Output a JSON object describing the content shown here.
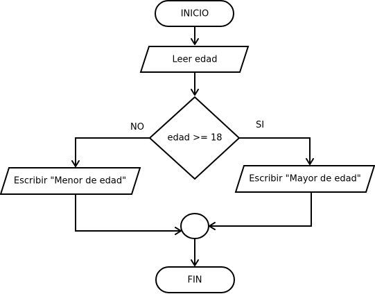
{
  "nodes": {
    "start": {
      "label": "INICIO"
    },
    "input": {
      "label": "Leer edad"
    },
    "decision": {
      "label": "edad >= 18"
    },
    "output_minor": {
      "label": "Escribir \"Menor de edad\""
    },
    "output_adult": {
      "label": "Escribir \"Mayor de edad\""
    },
    "end": {
      "label": "FIN"
    }
  },
  "edges": {
    "no_label": "NO",
    "yes_label": "SI"
  }
}
